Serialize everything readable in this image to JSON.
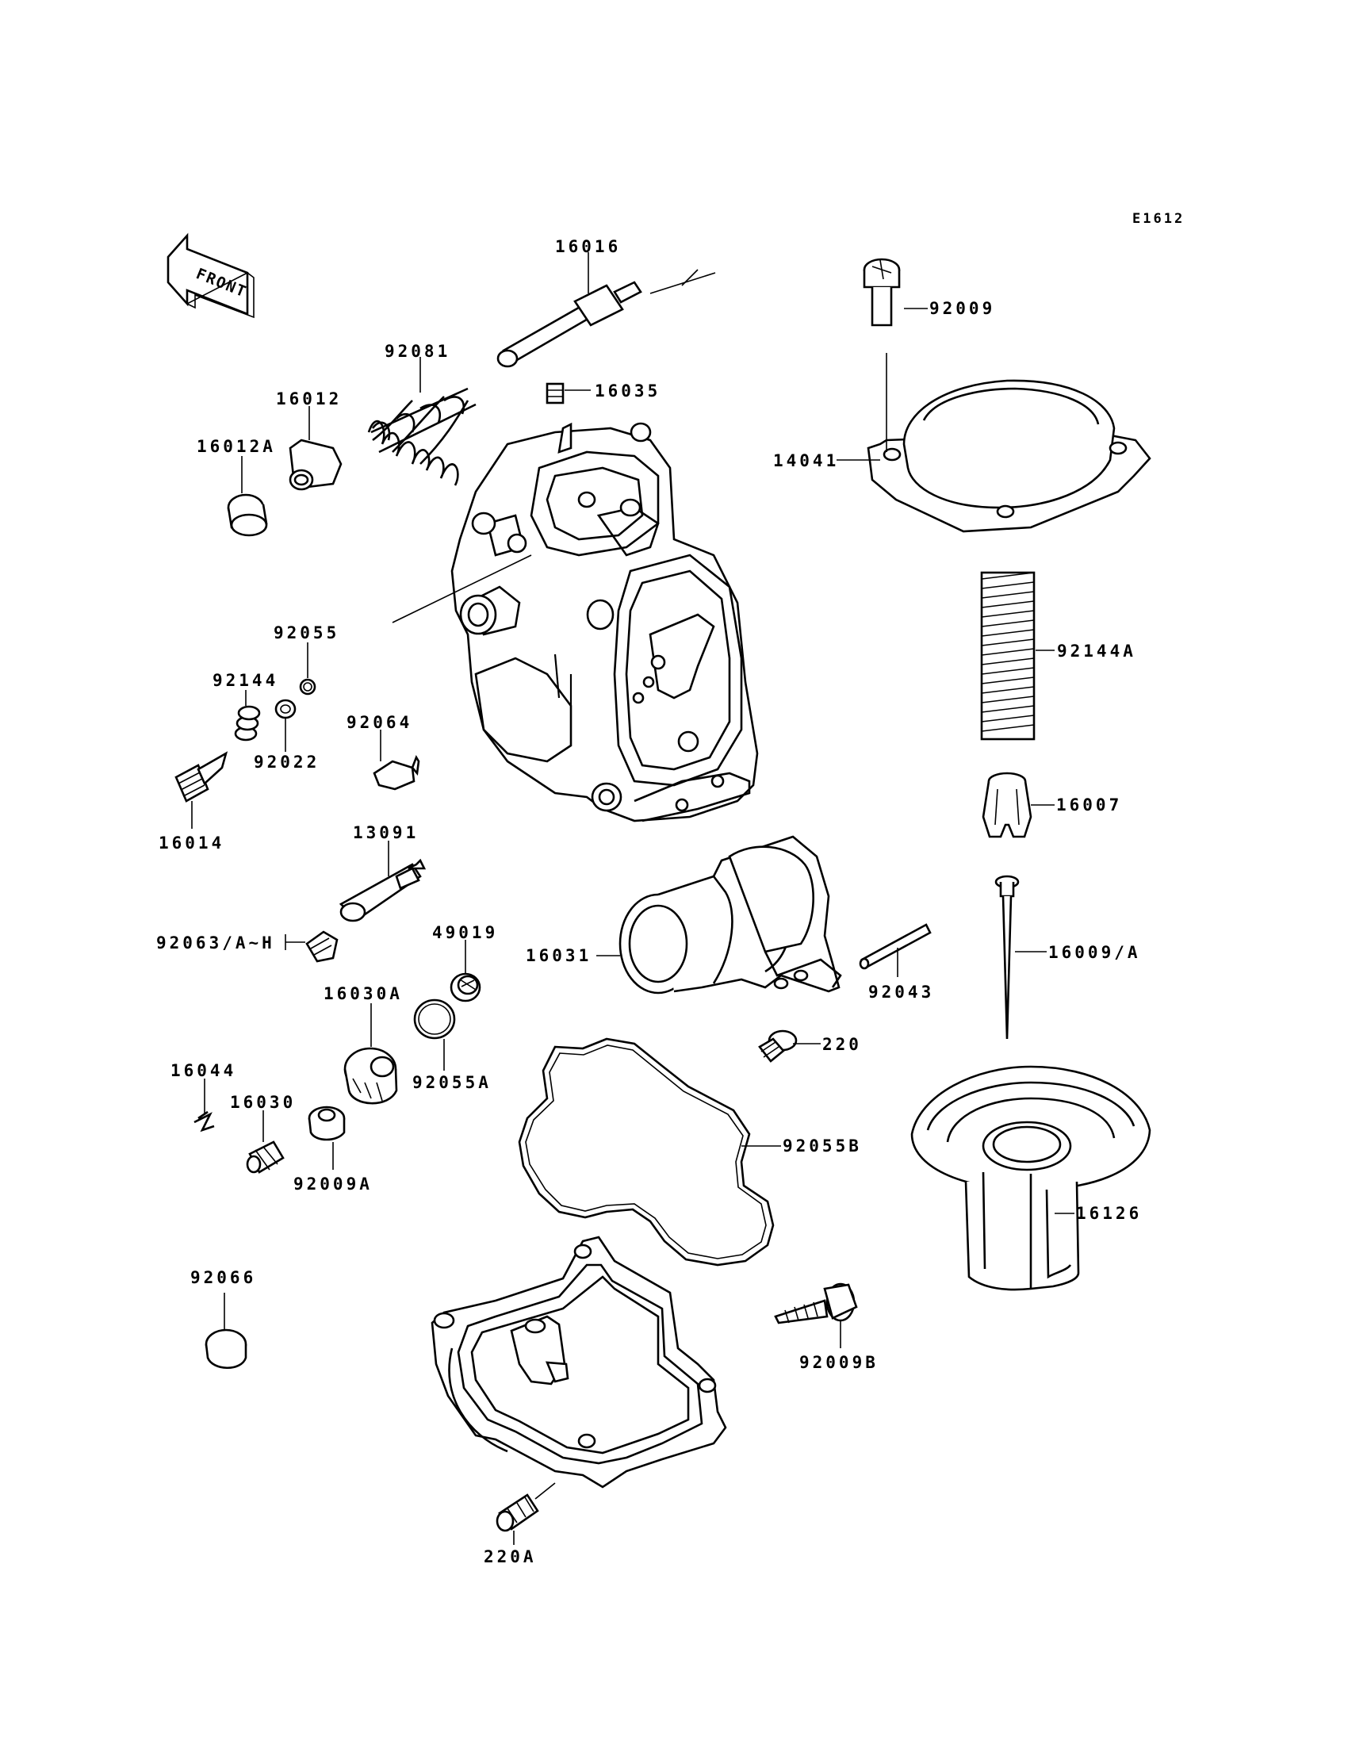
{
  "diagram": {
    "code": "E1612",
    "front_label": "FRONT",
    "parts": [
      {
        "id": "p16016",
        "label": "16016"
      },
      {
        "id": "p92009",
        "label": "92009"
      },
      {
        "id": "p92081",
        "label": "92081"
      },
      {
        "id": "p16035",
        "label": "16035"
      },
      {
        "id": "p16012",
        "label": "16012"
      },
      {
        "id": "p16012A",
        "label": "16012A"
      },
      {
        "id": "p14041",
        "label": "14041"
      },
      {
        "id": "p92055",
        "label": "92055"
      },
      {
        "id": "p92144",
        "label": "92144"
      },
      {
        "id": "p92144A",
        "label": "92144A"
      },
      {
        "id": "p92064",
        "label": "92064"
      },
      {
        "id": "p92022",
        "label": "92022"
      },
      {
        "id": "p16014",
        "label": "16014"
      },
      {
        "id": "p16007",
        "label": "16007"
      },
      {
        "id": "p13091",
        "label": "13091"
      },
      {
        "id": "p16009A",
        "label": "16009/A"
      },
      {
        "id": "p92063",
        "label": "92063/A~H"
      },
      {
        "id": "p49019",
        "label": "49019"
      },
      {
        "id": "p16031",
        "label": "16031"
      },
      {
        "id": "p92043",
        "label": "92043"
      },
      {
        "id": "p16030A",
        "label": "16030A"
      },
      {
        "id": "p220",
        "label": "220"
      },
      {
        "id": "p92055A",
        "label": "92055A"
      },
      {
        "id": "p16044",
        "label": "16044"
      },
      {
        "id": "p16030",
        "label": "16030"
      },
      {
        "id": "p92055B",
        "label": "92055B"
      },
      {
        "id": "p92009A",
        "label": "92009A"
      },
      {
        "id": "p16126",
        "label": "16126"
      },
      {
        "id": "p92066",
        "label": "92066"
      },
      {
        "id": "p92009B",
        "label": "92009B"
      },
      {
        "id": "p220A",
        "label": "220A"
      }
    ]
  }
}
